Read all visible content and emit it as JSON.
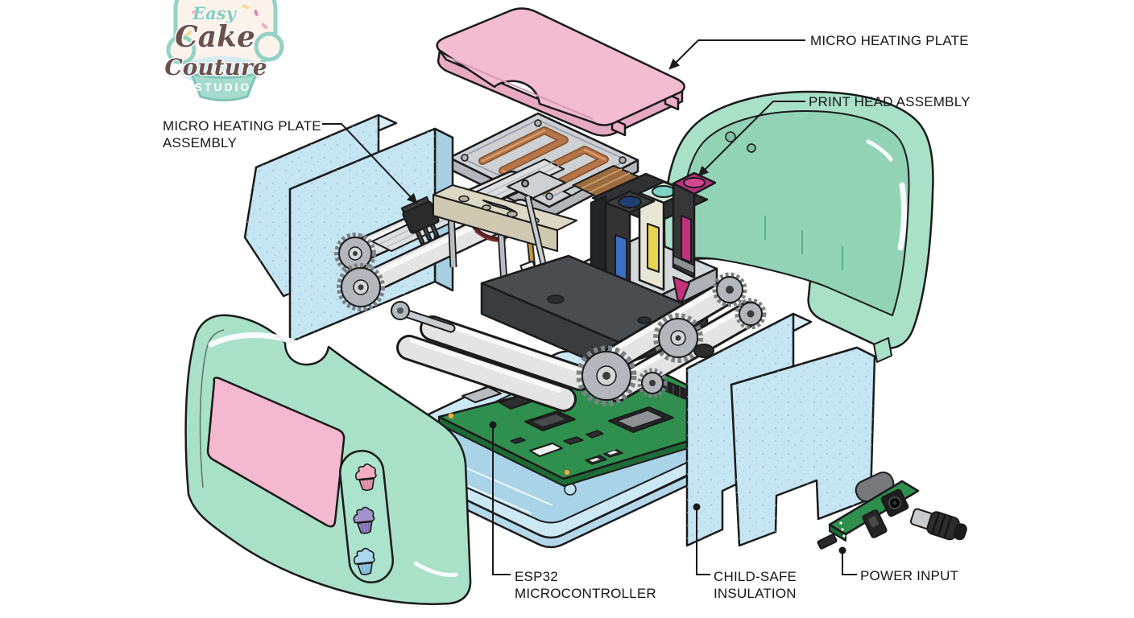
{
  "logo": {
    "tagline": "Easy",
    "word1": "Cake",
    "word2": "Couture",
    "word3": "STUDIO"
  },
  "callouts": {
    "micro_heating_plate": {
      "text": "MICRO HEATING PLATE"
    },
    "print_head_assembly": {
      "text": "PRINT HEAD ASSEMBLY"
    },
    "micro_heating_plate_assembly": {
      "line1": "MICRO HEATING PLATE",
      "line2": "ASSEMBLY"
    },
    "esp32": {
      "line1": "ESP32",
      "line2": "MICROCONTROLLER"
    },
    "child_safe": {
      "line1": "CHILD-SAFE",
      "line2": "INSULATION"
    },
    "power_input": {
      "text": "POWER INPUT"
    }
  },
  "colors": {
    "lid_pink": "#f3bcd1",
    "shell_mint": "#a9e0c8",
    "shell_mint_inner": "#92d3b6",
    "foam_blue": "#c5e5f2",
    "foam_blue_top": "#daeef8",
    "tray_blue": "#cce8f4",
    "tray_floor": "#a9d4e8",
    "pcb_green": "#2f8f4e",
    "copper": "#b5764a",
    "plate_gray": "#cdd1d5",
    "ink_cyan": "#3a6fc4",
    "ink_yellow": "#e8d44e",
    "ink_magenta": "#c2307e",
    "outline": "#1a1a1a"
  }
}
